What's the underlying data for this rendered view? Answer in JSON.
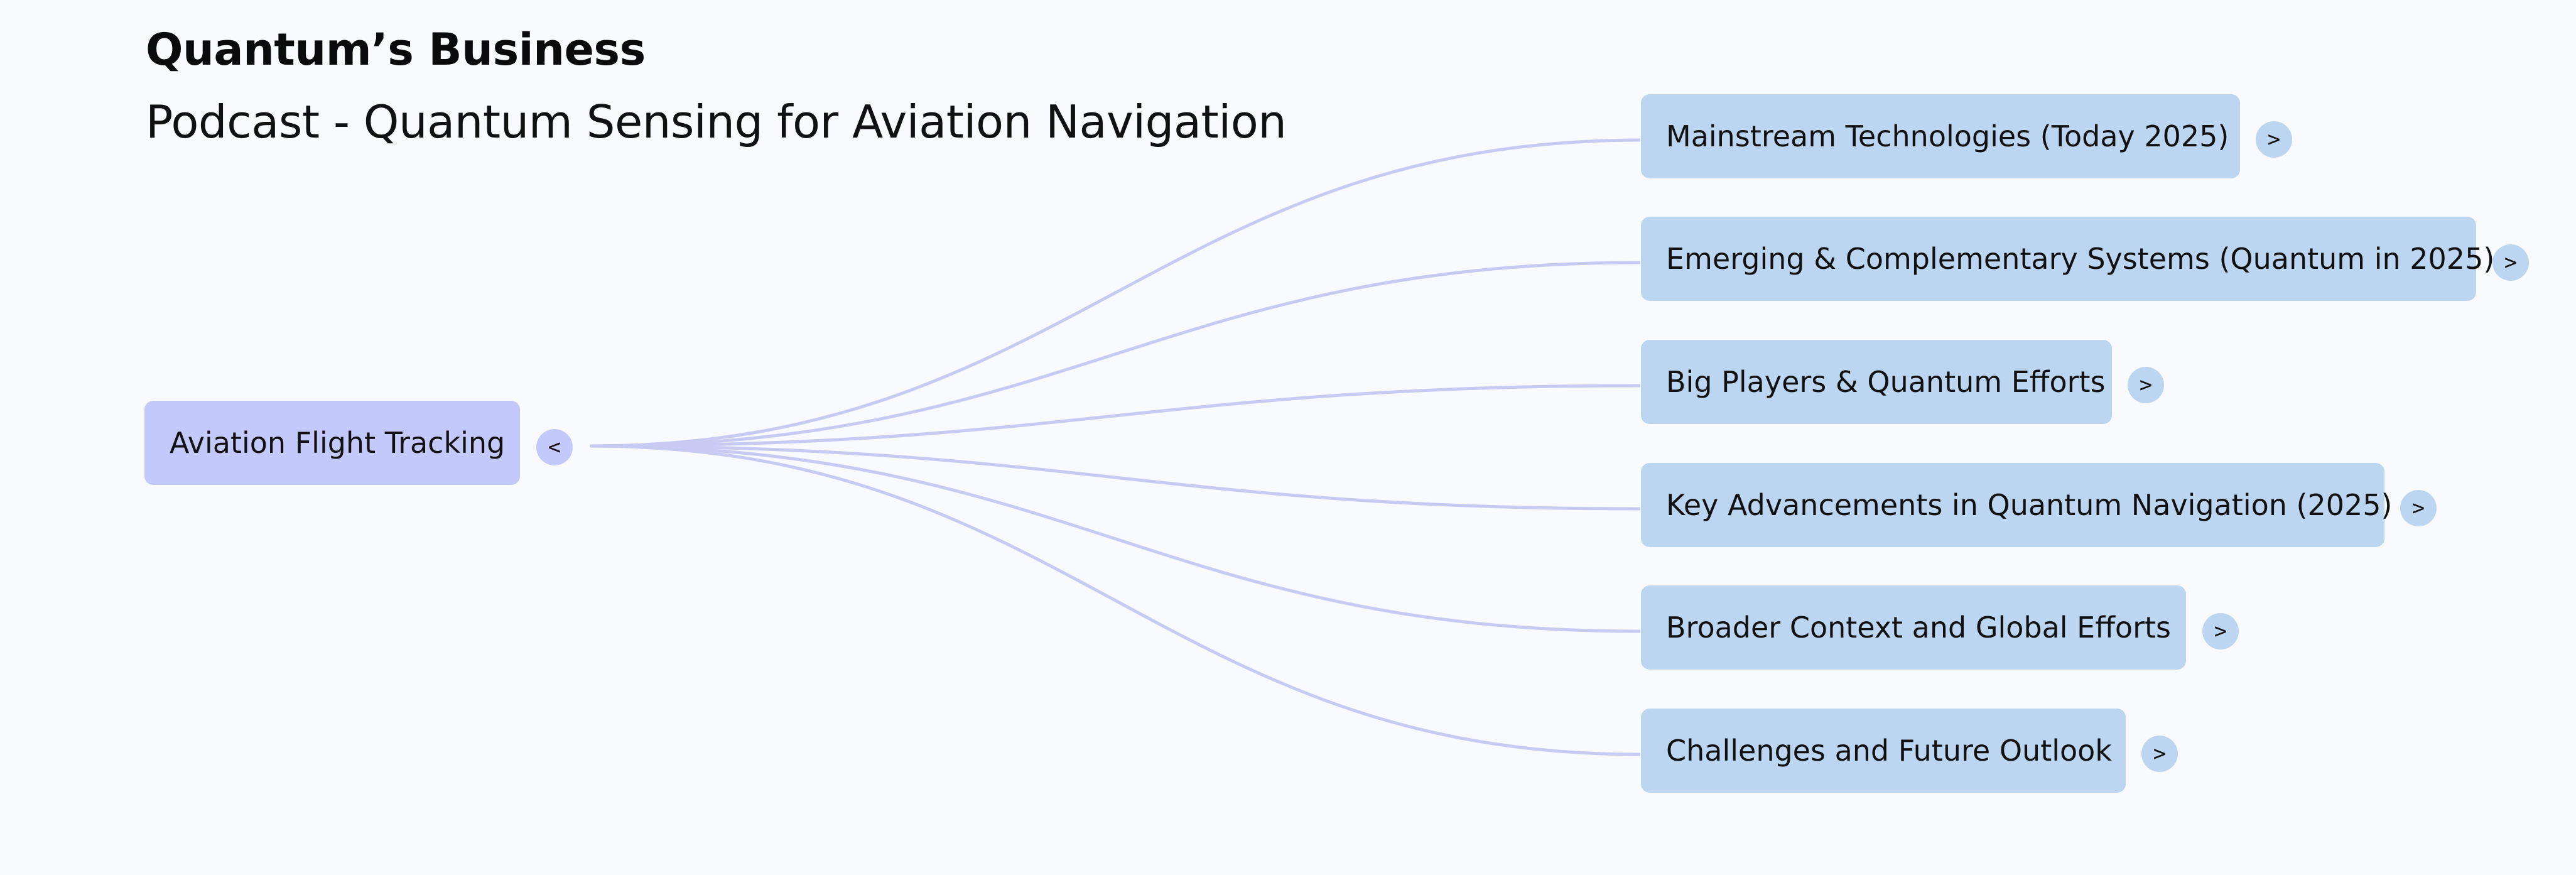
{
  "header": {
    "title": "Quantum’s Business",
    "subtitle": "Podcast - Quantum Sensing for Aviation Navigation"
  },
  "mindmap": {
    "root": {
      "label": "Aviation Flight Tracking",
      "toggle_glyph": "<"
    },
    "children": [
      {
        "label": "Mainstream Technologies (Today 2025)",
        "toggle_glyph": ">"
      },
      {
        "label": "Emerging & Complementary Systems (Quantum in 2025)",
        "toggle_glyph": ">"
      },
      {
        "label": "Big Players & Quantum Efforts",
        "toggle_glyph": ">"
      },
      {
        "label": "Key Advancements in Quantum Navigation (2025)",
        "toggle_glyph": ">"
      },
      {
        "label": "Broader Context and Global Efforts",
        "toggle_glyph": ">"
      },
      {
        "label": "Challenges and Future Outlook",
        "toggle_glyph": ">"
      }
    ]
  },
  "colors": {
    "background": "#f8fafd",
    "root_node": "#c4c9fb",
    "child_node": "#bcd5f0",
    "connector": "#c7cbf4"
  }
}
